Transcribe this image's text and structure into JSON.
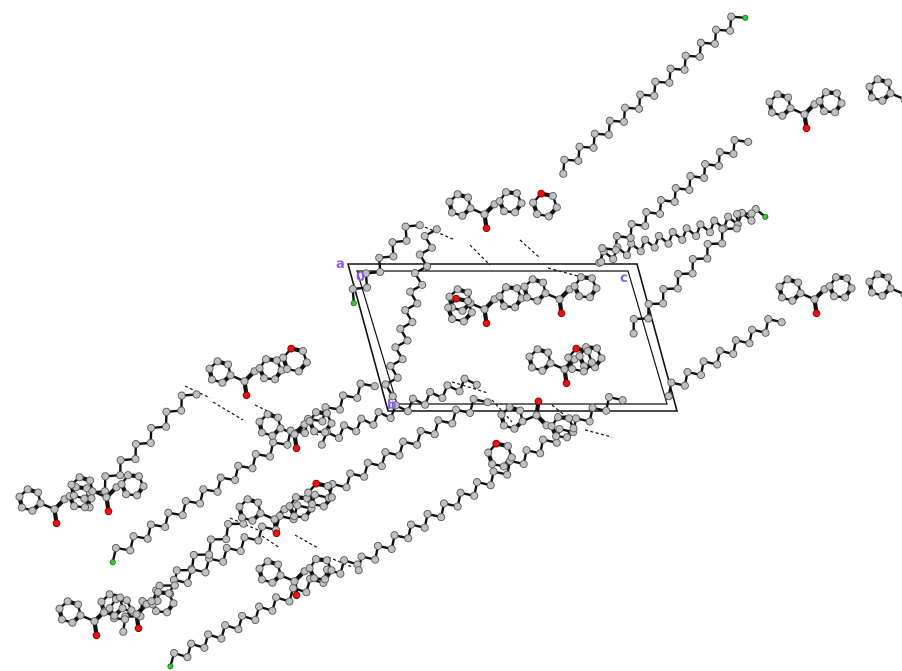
{
  "labels": {
    "axis_a": "a",
    "axis_origin": "0",
    "axis_b": "b",
    "axis_c": "c"
  },
  "colors": {
    "carbon_fill": "#c0c0c0",
    "carbon_stroke": "#5a5a5a",
    "oxygen": "#ee1111",
    "hydrogen": "#33cc33",
    "bond": "#111111",
    "hbond": "#111111",
    "cell_edge": "#111111",
    "axis_label": "#8a5cf0"
  },
  "molecule": {
    "atoms": [
      "C",
      "O",
      "H"
    ],
    "interaction": "hydrogen-bond",
    "view": "unit-cell-packing"
  }
}
